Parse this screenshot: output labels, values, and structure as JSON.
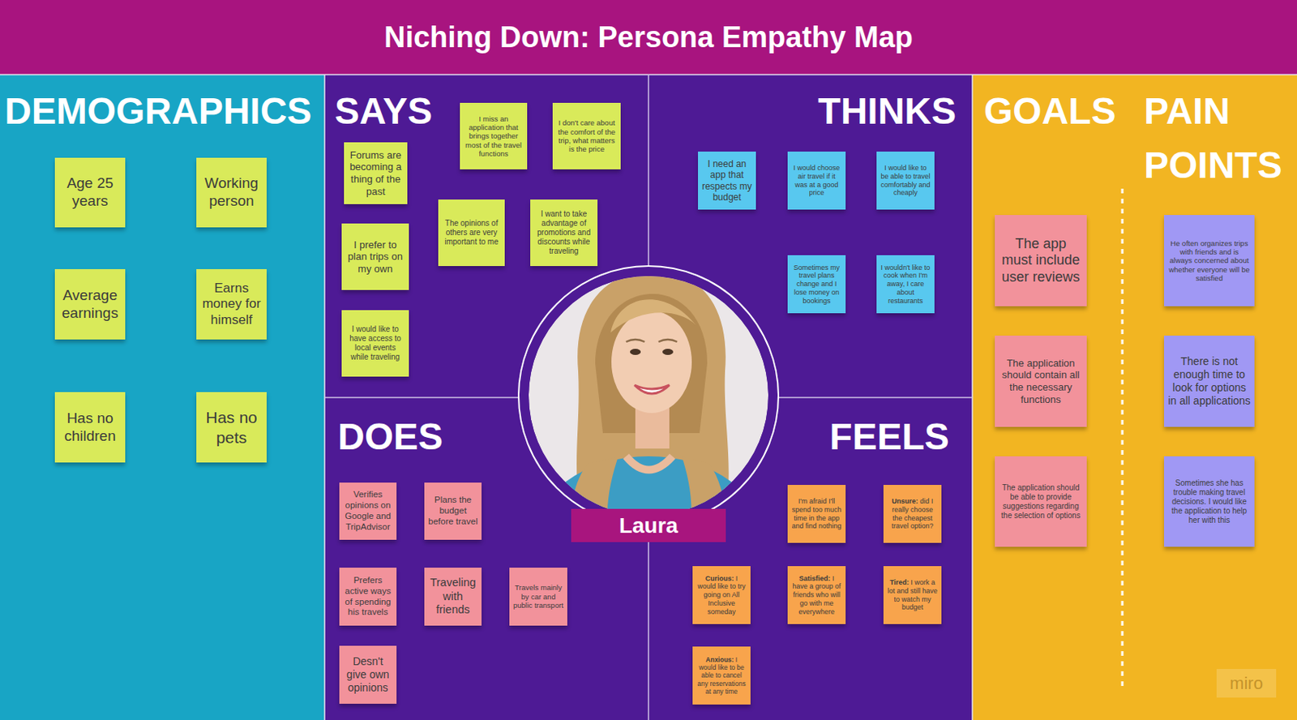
{
  "diagram": {
    "title": "Niching Down: Persona Empathy Map",
    "nodes": [
      {
        "text": [
          "DEMOGRAPHICS"
        ]
      },
      {
        "text": [
          "Age 25 years"
        ],
        "in": 0
      },
      {
        "text": [
          "Working person"
        ],
        "in": 0
      },
      {
        "text": [
          "Average earnings"
        ],
        "in": 0
      },
      {
        "text": [
          "Earns money for himself"
        ],
        "in": 0
      },
      {
        "text": [
          "Has no children"
        ],
        "in": 0
      },
      {
        "text": [
          "Has no pets"
        ],
        "in": 0
      },
      {
        "text": [
          "SAYS"
        ]
      },
      {
        "text": [
          "Forums are becoming a thing of the past"
        ],
        "in": 7
      },
      {
        "text": [
          "I miss an application that brings together most of the travel functions"
        ],
        "in": 7
      },
      {
        "text": [
          "I don't care about the comfort of the trip, what matters is the price"
        ],
        "in": 7
      },
      {
        "text": [
          "I prefer to plan trips on my own"
        ],
        "in": 7
      },
      {
        "text": [
          "The opinions of others are very important to me"
        ],
        "in": 7
      },
      {
        "text": [
          "I want to take advantage of promotions and discounts while traveling"
        ],
        "in": 7
      },
      {
        "text": [
          "I would like to have access to local events while traveling"
        ],
        "in": 7
      },
      {
        "text": [
          "THINKS"
        ]
      },
      {
        "text": [
          "I need an app that respects my budget"
        ],
        "in": 15
      },
      {
        "text": [
          "I would choose air travel if it was at a good price"
        ],
        "in": 15
      },
      {
        "text": [
          "I would like to be able to travel comfortably and cheaply"
        ],
        "in": 15
      },
      {
        "text": [
          "Sometimes my travel plans change and I lose money on bookings"
        ],
        "in": 15
      },
      {
        "text": [
          "I wouldn't like to cook when I'm away, I care about restaurants"
        ],
        "in": 15
      },
      {
        "text": [
          "DOES"
        ]
      },
      {
        "text": [
          "Verifies opinions on Google and TripAdvisor"
        ],
        "in": 21
      },
      {
        "text": [
          "Plans the budget before travel"
        ],
        "in": 21
      },
      {
        "text": [
          "Prefers active ways of spending his travels"
        ],
        "in": 21
      },
      {
        "text": [
          "Traveling with friends"
        ],
        "in": 21
      },
      {
        "text": [
          "Travels mainly by car and public transport"
        ],
        "in": 21
      },
      {
        "text": [
          "Desn't give own opinions"
        ],
        "in": 21
      },
      {
        "text": [
          "FEELS"
        ]
      },
      {
        "text": [
          "I'm afraid I'll spend too much time in the app and find nothing"
        ],
        "in": 28
      },
      {
        "text": [
          "Unsure:",
          "did I really choose the cheapest travel option?"
        ],
        "in": 28
      },
      {
        "text": [
          "Curious:",
          "I would like to try going on All Inclusive someday"
        ],
        "in": 28
      },
      {
        "text": [
          "Satisfied:",
          "I have a group of friends who will go with me everywhere"
        ],
        "in": 28
      },
      {
        "text": [
          "Tired:",
          "I work a lot and still have to watch my budget"
        ],
        "in": 28
      },
      {
        "text": [
          "Anxious:",
          "I would like to be able to cancel any reservations at any time"
        ],
        "in": 28
      },
      {
        "text": [
          "Laura"
        ]
      },
      {
        "text": [
          "GOALS"
        ]
      },
      {
        "text": [
          "The app must include user reviews"
        ],
        "in": 36
      },
      {
        "text": [
          "The application should contain all the necessary functions"
        ],
        "in": 36
      },
      {
        "text": [
          "The application should be able to provide suggestions regarding the selection of options"
        ],
        "in": 36
      },
      {
        "text": [
          "PAIN POINTS"
        ]
      },
      {
        "text": [
          "He often organizes trips with friends and is always concerned about whether everyone will be satisfied"
        ],
        "in": 40
      },
      {
        "text": [
          "There is not enough time to look for options in all applications"
        ],
        "in": 40
      },
      {
        "text": [
          "Sometimes she has trouble making travel decisions. I would like the application to help her with this"
        ],
        "in": 40
      }
    ],
    "labels": [
      "miro"
    ]
  }
}
